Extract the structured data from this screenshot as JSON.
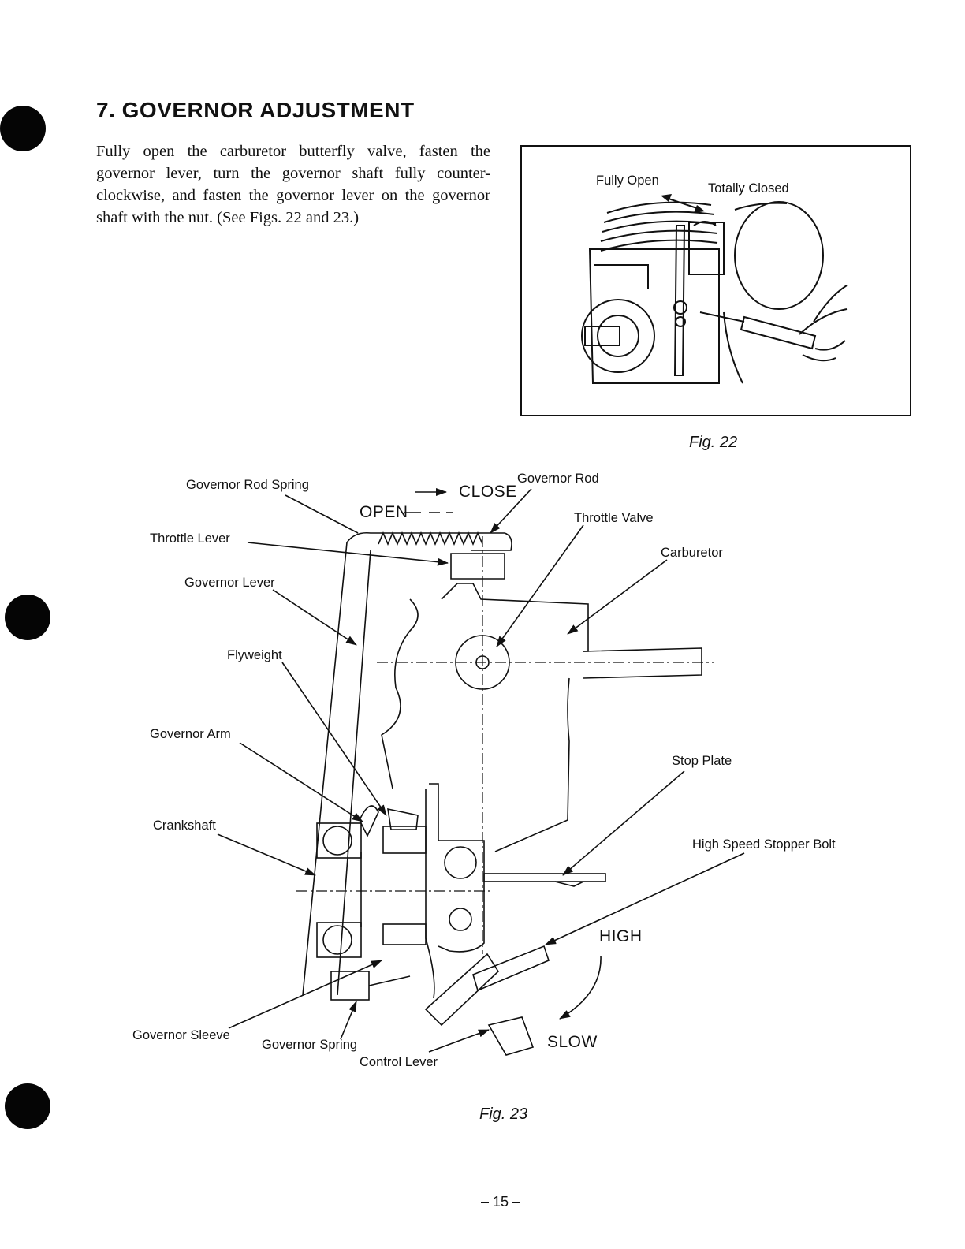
{
  "section": {
    "title": "7.  GOVERNOR ADJUSTMENT",
    "instructions": "Fully open the carburetor butterfly valve, fasten the governor lever, turn the governor shaft fully counter-clockwise, and fasten the governor lever on the governor shaft with the nut. (See Figs. 22 and 23.)"
  },
  "fig22": {
    "caption": "Fig. 22",
    "labels": {
      "fully_open": "Fully Open",
      "totally_closed": "Totally Closed"
    }
  },
  "fig23": {
    "caption": "Fig. 23",
    "labels": {
      "governor_rod_spring": "Governor Rod Spring",
      "close": "CLOSE",
      "open": "OPEN",
      "governor_rod": "Governor Rod",
      "throttle_valve": "Throttle Valve",
      "throttle_lever": "Throttle Lever",
      "carburetor": "Carburetor",
      "governor_lever": "Governor Lever",
      "flyweight": "Flyweight",
      "governor_arm": "Governor Arm",
      "stop_plate": "Stop Plate",
      "crankshaft": "Crankshaft",
      "high_speed_stopper_bolt": "High Speed Stopper Bolt",
      "high": "HIGH",
      "slow": "SLOW",
      "governor_sleeve": "Governor Sleeve",
      "governor_spring": "Governor Spring",
      "control_lever": "Control Lever"
    }
  },
  "page_number": "– 15 –"
}
